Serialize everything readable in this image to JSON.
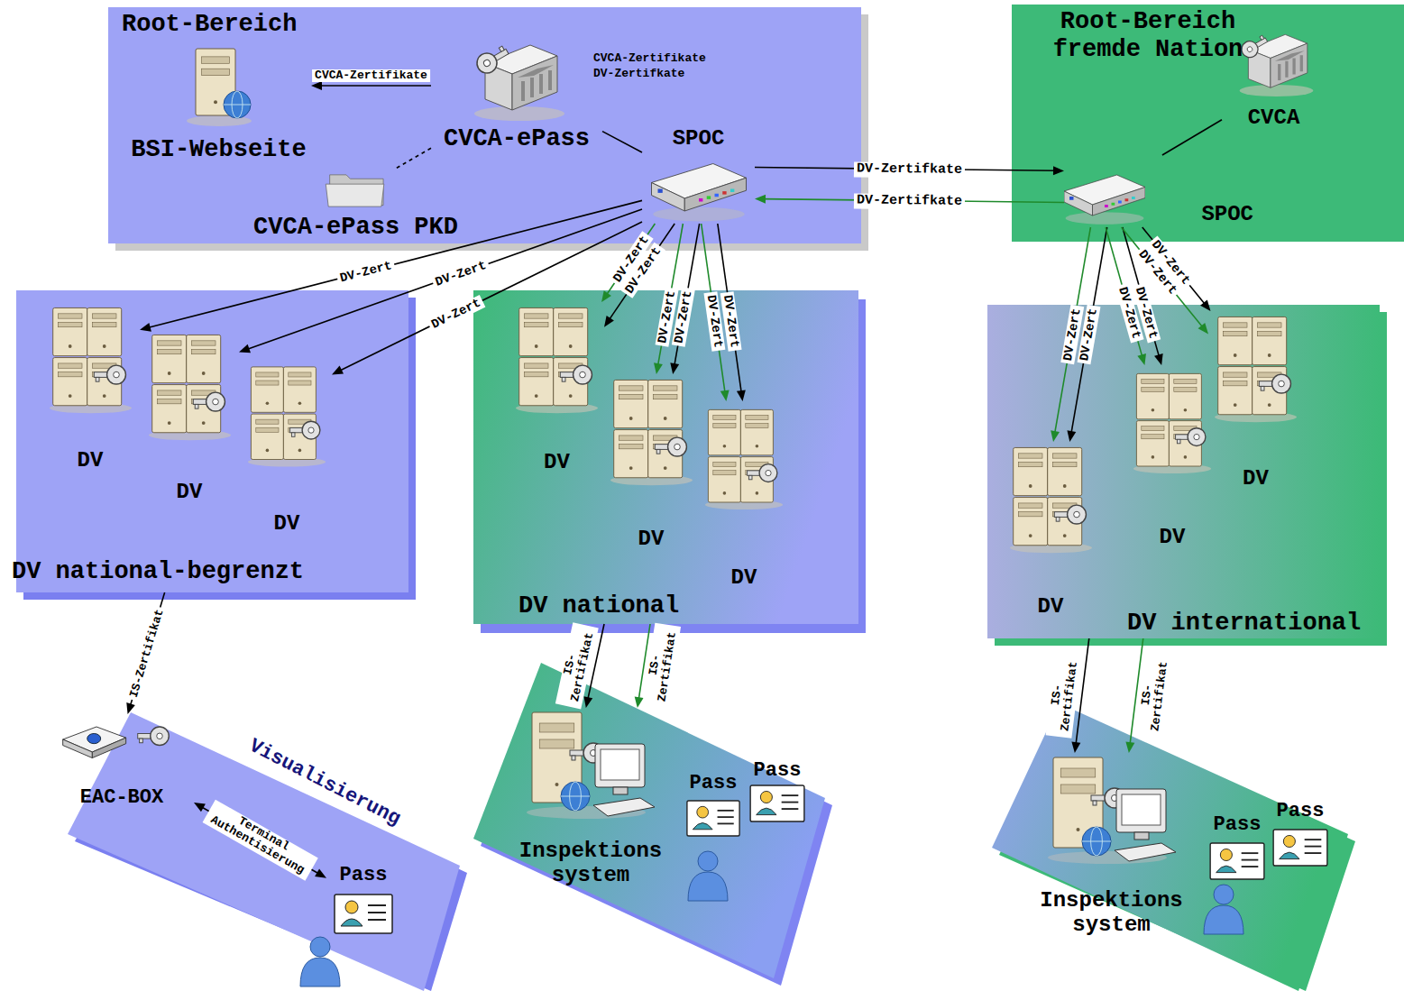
{
  "diagram": {
    "nodes": [
      {
        "text": [
          "Root-Bereich"
        ]
      },
      {
        "text": [
          "BSI-Webseite"
        ],
        "in": 0
      },
      {
        "text": [
          "CVCA-ePass"
        ],
        "in": 0
      },
      {
        "text": [
          "CVCA-ePass PKD"
        ],
        "in": 0
      },
      {
        "text": [
          "SPOC"
        ],
        "in": 0
      },
      {
        "text": [
          "Root-Bereich fremde Nation"
        ]
      },
      {
        "text": [
          "CVCA"
        ],
        "in": 5
      },
      {
        "text": [
          "SPOC"
        ],
        "in": 5
      },
      {
        "text": [
          "DV national-begrenzt"
        ]
      },
      {
        "text": [
          "DV"
        ],
        "in": 8
      },
      {
        "text": [
          "DV"
        ],
        "in": 8
      },
      {
        "text": [
          "DV"
        ],
        "in": 8
      },
      {
        "text": [
          "DV national"
        ]
      },
      {
        "text": [
          "DV"
        ],
        "in": 12
      },
      {
        "text": [
          "DV"
        ],
        "in": 12
      },
      {
        "text": [
          "DV"
        ],
        "in": 12
      },
      {
        "text": [
          "DV international"
        ]
      },
      {
        "text": [
          "DV"
        ],
        "in": 16
      },
      {
        "text": [
          "DV"
        ],
        "in": 16
      },
      {
        "text": [
          "DV"
        ],
        "in": 16
      },
      {
        "text": [
          "Visualisierung"
        ]
      },
      {
        "text": [
          "EAC-BOX"
        ],
        "in": 20
      },
      {
        "text": [
          "Pass"
        ],
        "in": 20
      },
      {
        "text": [
          "Inspektions system"
        ]
      },
      {
        "text": [
          "Pass"
        ]
      },
      {
        "text": [
          "Pass"
        ]
      },
      {
        "text": [
          "Inspektions system"
        ]
      },
      {
        "text": [
          "Pass"
        ]
      },
      {
        "text": [
          "Pass"
        ]
      }
    ],
    "edges": [
      {
        "from": 2,
        "to": 1,
        "label": "CVCA-Zertifikate",
        "arrow": "to"
      },
      {
        "from": 2,
        "to": 3,
        "arrow": "none"
      },
      {
        "from": 2,
        "to": 4,
        "arrow": "none"
      },
      {
        "from": 4,
        "to": 7,
        "label": "DV-Zertifkate",
        "arrow": "to"
      },
      {
        "from": 7,
        "to": 4,
        "label": "DV-Zertifkate",
        "arrow": "to"
      },
      {
        "from": 6,
        "to": 7,
        "arrow": "none"
      },
      {
        "from": 4,
        "to": 9,
        "label": "DV-Zert",
        "arrow": "to"
      },
      {
        "from": 4,
        "to": 10,
        "label": "DV-Zert",
        "arrow": "to"
      },
      {
        "from": 4,
        "to": 11,
        "label": "DV-Zert",
        "arrow": "to"
      },
      {
        "from": 4,
        "to": 13,
        "label": "DV-Zert",
        "arrow": "to"
      },
      {
        "from": 4,
        "to": 13,
        "label": "DV-Zert",
        "arrow": "to"
      },
      {
        "from": 4,
        "to": 14,
        "label": "DV-Zert",
        "arrow": "to"
      },
      {
        "from": 4,
        "to": 14,
        "label": "DV-Zert",
        "arrow": "to"
      },
      {
        "from": 4,
        "to": 15,
        "label": "DV-Zert",
        "arrow": "to"
      },
      {
        "from": 4,
        "to": 15,
        "label": "DV-Zert",
        "arrow": "to"
      },
      {
        "from": 7,
        "to": 17,
        "label": "DV-Zert",
        "arrow": "to"
      },
      {
        "from": 7,
        "to": 17,
        "label": "DV-Zert",
        "arrow": "to"
      },
      {
        "from": 7,
        "to": 18,
        "label": "DV-Zert",
        "arrow": "to"
      },
      {
        "from": 7,
        "to": 18,
        "label": "DV-Zert",
        "arrow": "to"
      },
      {
        "from": 7,
        "to": 19,
        "label": "DV-Zert",
        "arrow": "to"
      },
      {
        "from": 7,
        "to": 19,
        "label": "DV-Zert",
        "arrow": "to"
      },
      {
        "from": 8,
        "to": 21,
        "label": "IS-Zertifikat",
        "arrow": "to"
      },
      {
        "from": 21,
        "to": 22,
        "label": "Terminal Authentisierung",
        "arrow": "both"
      },
      {
        "from": 12,
        "to": 23,
        "label": "IS- Zertifikat",
        "arrow": "to"
      },
      {
        "from": 12,
        "to": 23,
        "label": "IS- Zertifikat",
        "arrow": "to"
      },
      {
        "from": 16,
        "to": 26,
        "label": "IS- Zertifikat",
        "arrow": "to"
      },
      {
        "from": 16,
        "to": 26,
        "label": "IS- Zertifikat",
        "arrow": "to"
      }
    ],
    "labels": [
      "CVCA-Zertifikate",
      "DV-Zertifkate"
    ]
  }
}
